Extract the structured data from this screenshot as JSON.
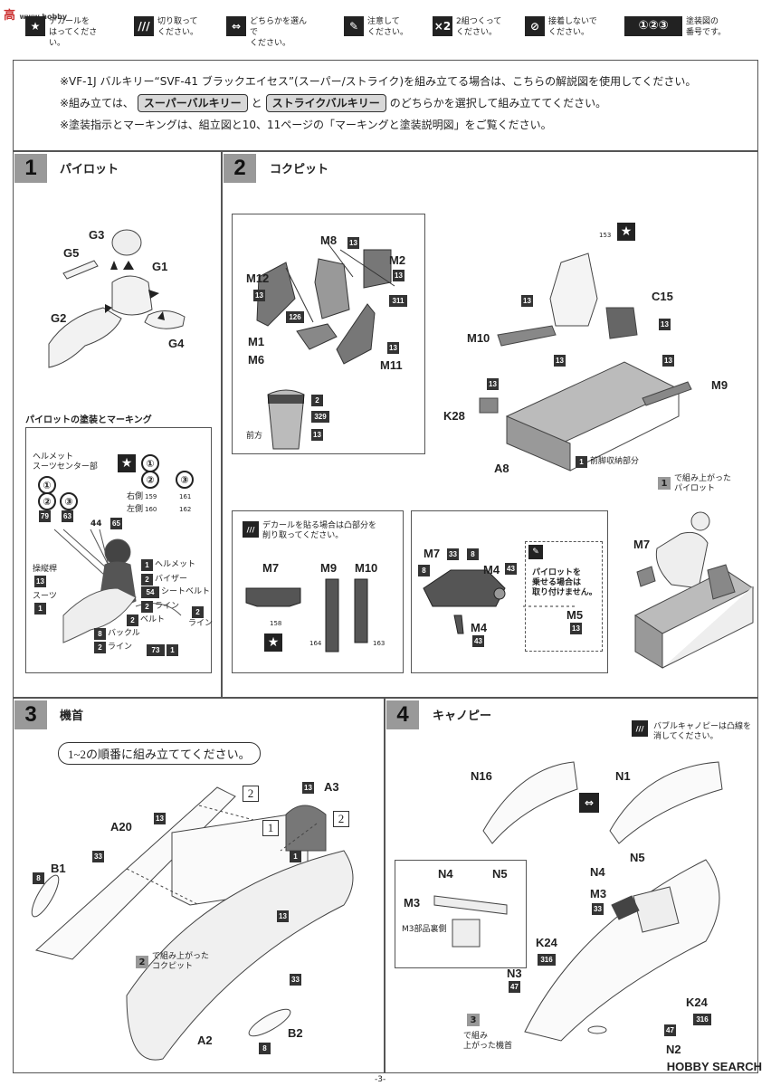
{
  "watermark": {
    "left": "高",
    "site": "www.hobby"
  },
  "legend": [
    {
      "icon": "star-icon",
      "glyph": "★",
      "text": "デカールを\nはってください。"
    },
    {
      "icon": "cut-icon",
      "glyph": "///",
      "text": "切り取って\nください。"
    },
    {
      "icon": "choose-icon",
      "glyph": "⇔",
      "text": "どちらかを選んで\nください。"
    },
    {
      "icon": "caution-icon",
      "glyph": "✎",
      "text": "注意して\nください。"
    },
    {
      "icon": "x2-icon",
      "glyph": "×2",
      "text": "2組つくって\nください。"
    },
    {
      "icon": "no-glue-icon",
      "glyph": "⊘",
      "text": "接着しないで\nください。"
    },
    {
      "icon": "paint-number-icon",
      "glyph": "①②③",
      "text": "塗装図の\n番号です。"
    }
  ],
  "notes": {
    "line1": "※VF-1J バルキリー“SVF-41 ブラックエイセス”(スーパー/ストライク)を組み立てる場合は、こちらの解説図を使用してください。",
    "line2_a": "※組み立ては、",
    "line2_pill1": "スーパーバルキリー",
    "line2_b": "と",
    "line2_pill2": "ストライクバルキリー",
    "line2_c": "のどちらかを選択して組み立ててください。",
    "line3": "※塗装指示とマーキングは、組立図と10、11ページの「マーキングと塗装説明図」をご覧ください。"
  },
  "steps": {
    "s1": {
      "num": "1",
      "title": "パイロット"
    },
    "s2": {
      "num": "2",
      "title": "コクピット"
    },
    "s3": {
      "num": "3",
      "title": "機首"
    },
    "s4": {
      "num": "4",
      "title": "キャノピー"
    }
  },
  "step1": {
    "parts": [
      "G3",
      "G5",
      "G1",
      "G2",
      "G4"
    ],
    "painting_title": "パイロットの塗装とマーキング",
    "helmet_suit_label": "ヘルメット\nスーツセンター部",
    "paint_nums": [
      "①",
      "②",
      "③"
    ],
    "side_right": "右側",
    "side_left": "左側",
    "decals": [
      "159",
      "160",
      "161",
      "162"
    ],
    "codes": {
      "c79": "79",
      "c63": "63",
      "c44": "44",
      "c65": "65",
      "c13": "13",
      "c1": "1",
      "c2": "2",
      "c54": "54",
      "c8": "8",
      "c73": "73"
    },
    "labels": {
      "stick": "操縦桿",
      "suit": "スーツ",
      "helmet": "ヘルメット",
      "visor": "バイザー",
      "seatbelt": "シートベルト",
      "line": "ライン",
      "belt": "ベルト",
      "buckle": "バックル"
    }
  },
  "step2": {
    "parts": [
      "M8",
      "M2",
      "M12",
      "M1",
      "M6",
      "M11",
      "M10",
      "C15",
      "K28",
      "A8",
      "M9"
    ],
    "codes": [
      "13",
      "311",
      "126",
      "2",
      "329"
    ],
    "front": "前方",
    "nose_gear": "前脚収納部分",
    "decal_153": "153",
    "assembled_pilot": "で組み上がった\nパイロット",
    "decal_note": "デカールを貼る場合は凸部分を\n削り取ってください。",
    "decal_parts": [
      "M7",
      "M9",
      "M10"
    ],
    "decal_nums": [
      "158",
      "164",
      "163"
    ],
    "sub_parts": [
      "M7",
      "M4",
      "M5"
    ],
    "sub_codes": [
      "33",
      "8",
      "43",
      "13"
    ],
    "pilot_note": "パイロットを\n乗せる場合は\n取り付けません。"
  },
  "step3": {
    "instruction": "1~2の順番に組み立ててください。",
    "parts": [
      "A3",
      "A20",
      "B1",
      "A2",
      "B2"
    ],
    "assembled_cockpit": "で組み上がった\nコクピット",
    "codes": [
      "13",
      "33",
      "8",
      "1",
      "2"
    ]
  },
  "step4": {
    "parts": [
      "N16",
      "N1",
      "N5",
      "N4",
      "M3",
      "K24",
      "N3",
      "N2"
    ],
    "bubble_note": "バブルキャノピーは凸線を\n消してください。",
    "m3_back": "M3部品裏側",
    "assembled_nose": "で組み\n上がった機首",
    "codes": [
      "33",
      "316",
      "47"
    ]
  },
  "footer": "HOBBY SEARCH",
  "page_num": "-3-"
}
